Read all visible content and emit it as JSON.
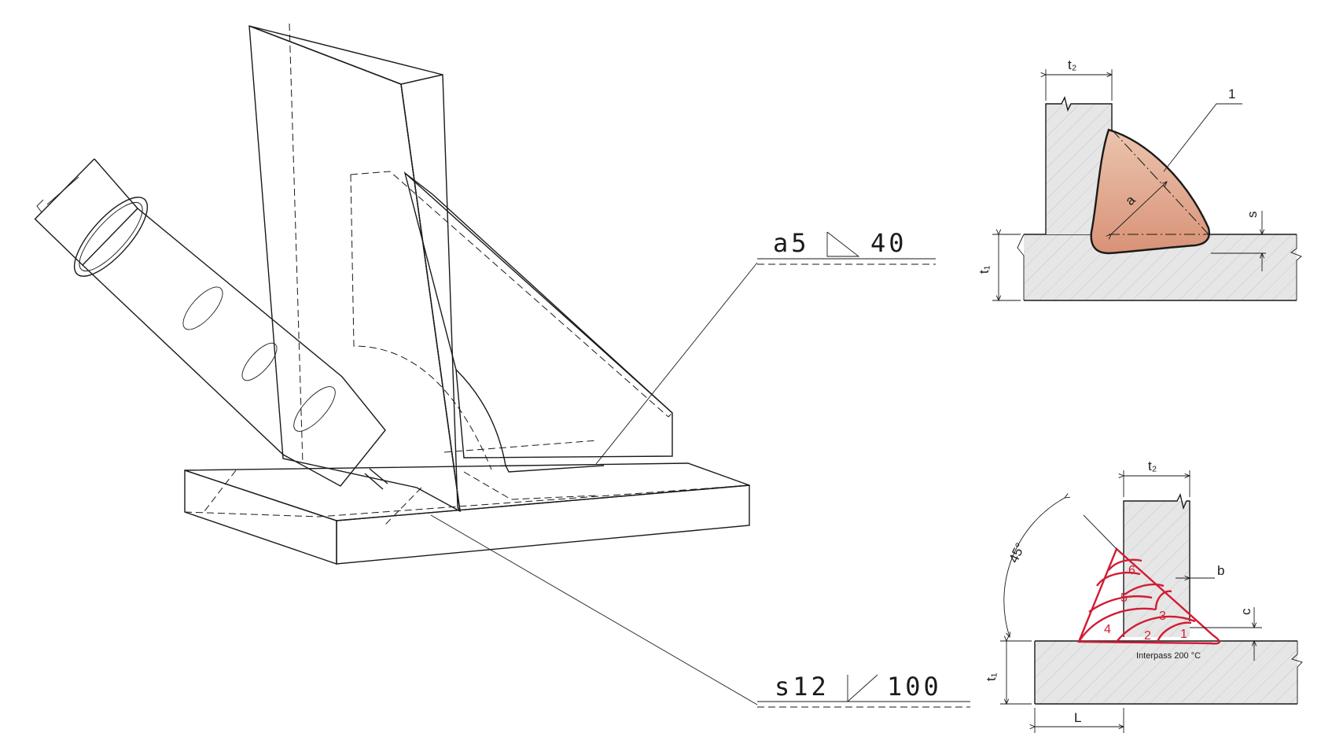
{
  "colors": {
    "line": "#1a1a1a",
    "plate_fill": "#e6e6e6",
    "hatch": "#bdbdbd",
    "weld_fill": "#dea48b",
    "pass_outline": "#d11c34",
    "torch_fill": "#cfcfcf"
  },
  "isometric": {
    "fillet_symbol": {
      "thickness": "a5",
      "length": "40"
    },
    "butt_symbol": {
      "thickness": "s12",
      "length": "100"
    }
  },
  "fillet_section": {
    "labels": {
      "t2": "t₂",
      "t1": "t₁",
      "a": "a",
      "s": "s",
      "callout": "1"
    }
  },
  "multipass_section": {
    "labels": {
      "t2": "t₂",
      "t1": "t₁",
      "b": "b",
      "c": "c",
      "L": "L",
      "angle": "45°"
    },
    "passes": [
      "1",
      "2",
      "3",
      "4",
      "5",
      "6"
    ],
    "note": "Interpass 200 °C"
  }
}
